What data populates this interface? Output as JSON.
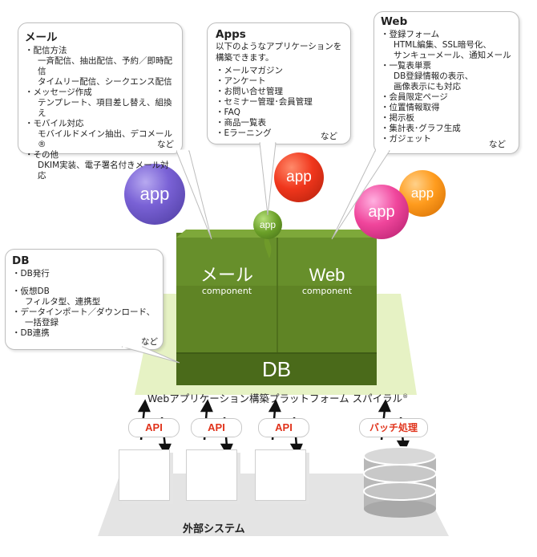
{
  "mail_callout": {
    "title": "メール",
    "items": [
      {
        "text": "・配信方法",
        "subs": [
          "一斉配信、抽出配信、予約／即時配信",
          "タイムリー配信、シークエンス配信"
        ]
      },
      {
        "text": "・メッセージ作成",
        "subs": [
          "テンプレート、項目差し替え、組換え"
        ]
      },
      {
        "text": "・モバイル対応",
        "subs": [
          "モバイルドメイン抽出、デコメール®"
        ]
      },
      {
        "text": "・その他",
        "subs": [
          "DKIM実装、電子署名付きメール対応"
        ]
      }
    ],
    "etc": "など"
  },
  "apps_callout": {
    "title": "Apps",
    "intro": [
      "以下のようなアプリケーションを",
      "構築できます。"
    ],
    "items": [
      "・メールマガジン",
      "・アンケート",
      "・お問い合せ管理",
      "・セミナー管理･会員管理",
      "・FAQ",
      "・商品一覧表",
      "・Eラーニング"
    ],
    "etc": "など"
  },
  "web_callout": {
    "title": "Web",
    "items": [
      {
        "text": "・登録フォーム",
        "subs": [
          "HTML編集、SSL暗号化、",
          "サンキューメール、通知メール"
        ]
      },
      {
        "text": "・一覧表単票",
        "subs": [
          "DB登録情報の表示、",
          "画像表示にも対応"
        ]
      },
      {
        "text": "・会員限定ページ",
        "subs": []
      },
      {
        "text": "・位置情報取得",
        "subs": []
      },
      {
        "text": "・掲示板",
        "subs": []
      },
      {
        "text": "・集計表･グラフ生成",
        "subs": []
      },
      {
        "text": "・ガジェット",
        "subs": []
      }
    ],
    "etc": "など"
  },
  "db_callout": {
    "title": "DB",
    "items": [
      {
        "text": "・DB発行",
        "subs": []
      },
      {
        "text": "",
        "subs": []
      },
      {
        "text": "・仮想DB",
        "subs": [
          "フィルタ型、連携型"
        ]
      },
      {
        "text": "・データインポート／ダウンロード、",
        "subs": [
          "一括登録"
        ]
      },
      {
        "text": "・DB連携",
        "subs": []
      }
    ],
    "etc": "など"
  },
  "app_label": "app",
  "mail_component": {
    "title": "メール",
    "sub": "component"
  },
  "web_component": {
    "title": "Web",
    "sub": "component"
  },
  "db_block": {
    "title": "DB"
  },
  "platform": {
    "title": "Webアプリケーション構築プラットフォーム スパイラル",
    "mark": "®"
  },
  "api_label": "API",
  "batch_label": "バッチ処理",
  "external_label": "外部システム",
  "colors": {
    "green_light": "#7da53a",
    "green_dark": "#4a6a1a",
    "platform": "#e6f2c4",
    "api_red": "#e0331b"
  }
}
